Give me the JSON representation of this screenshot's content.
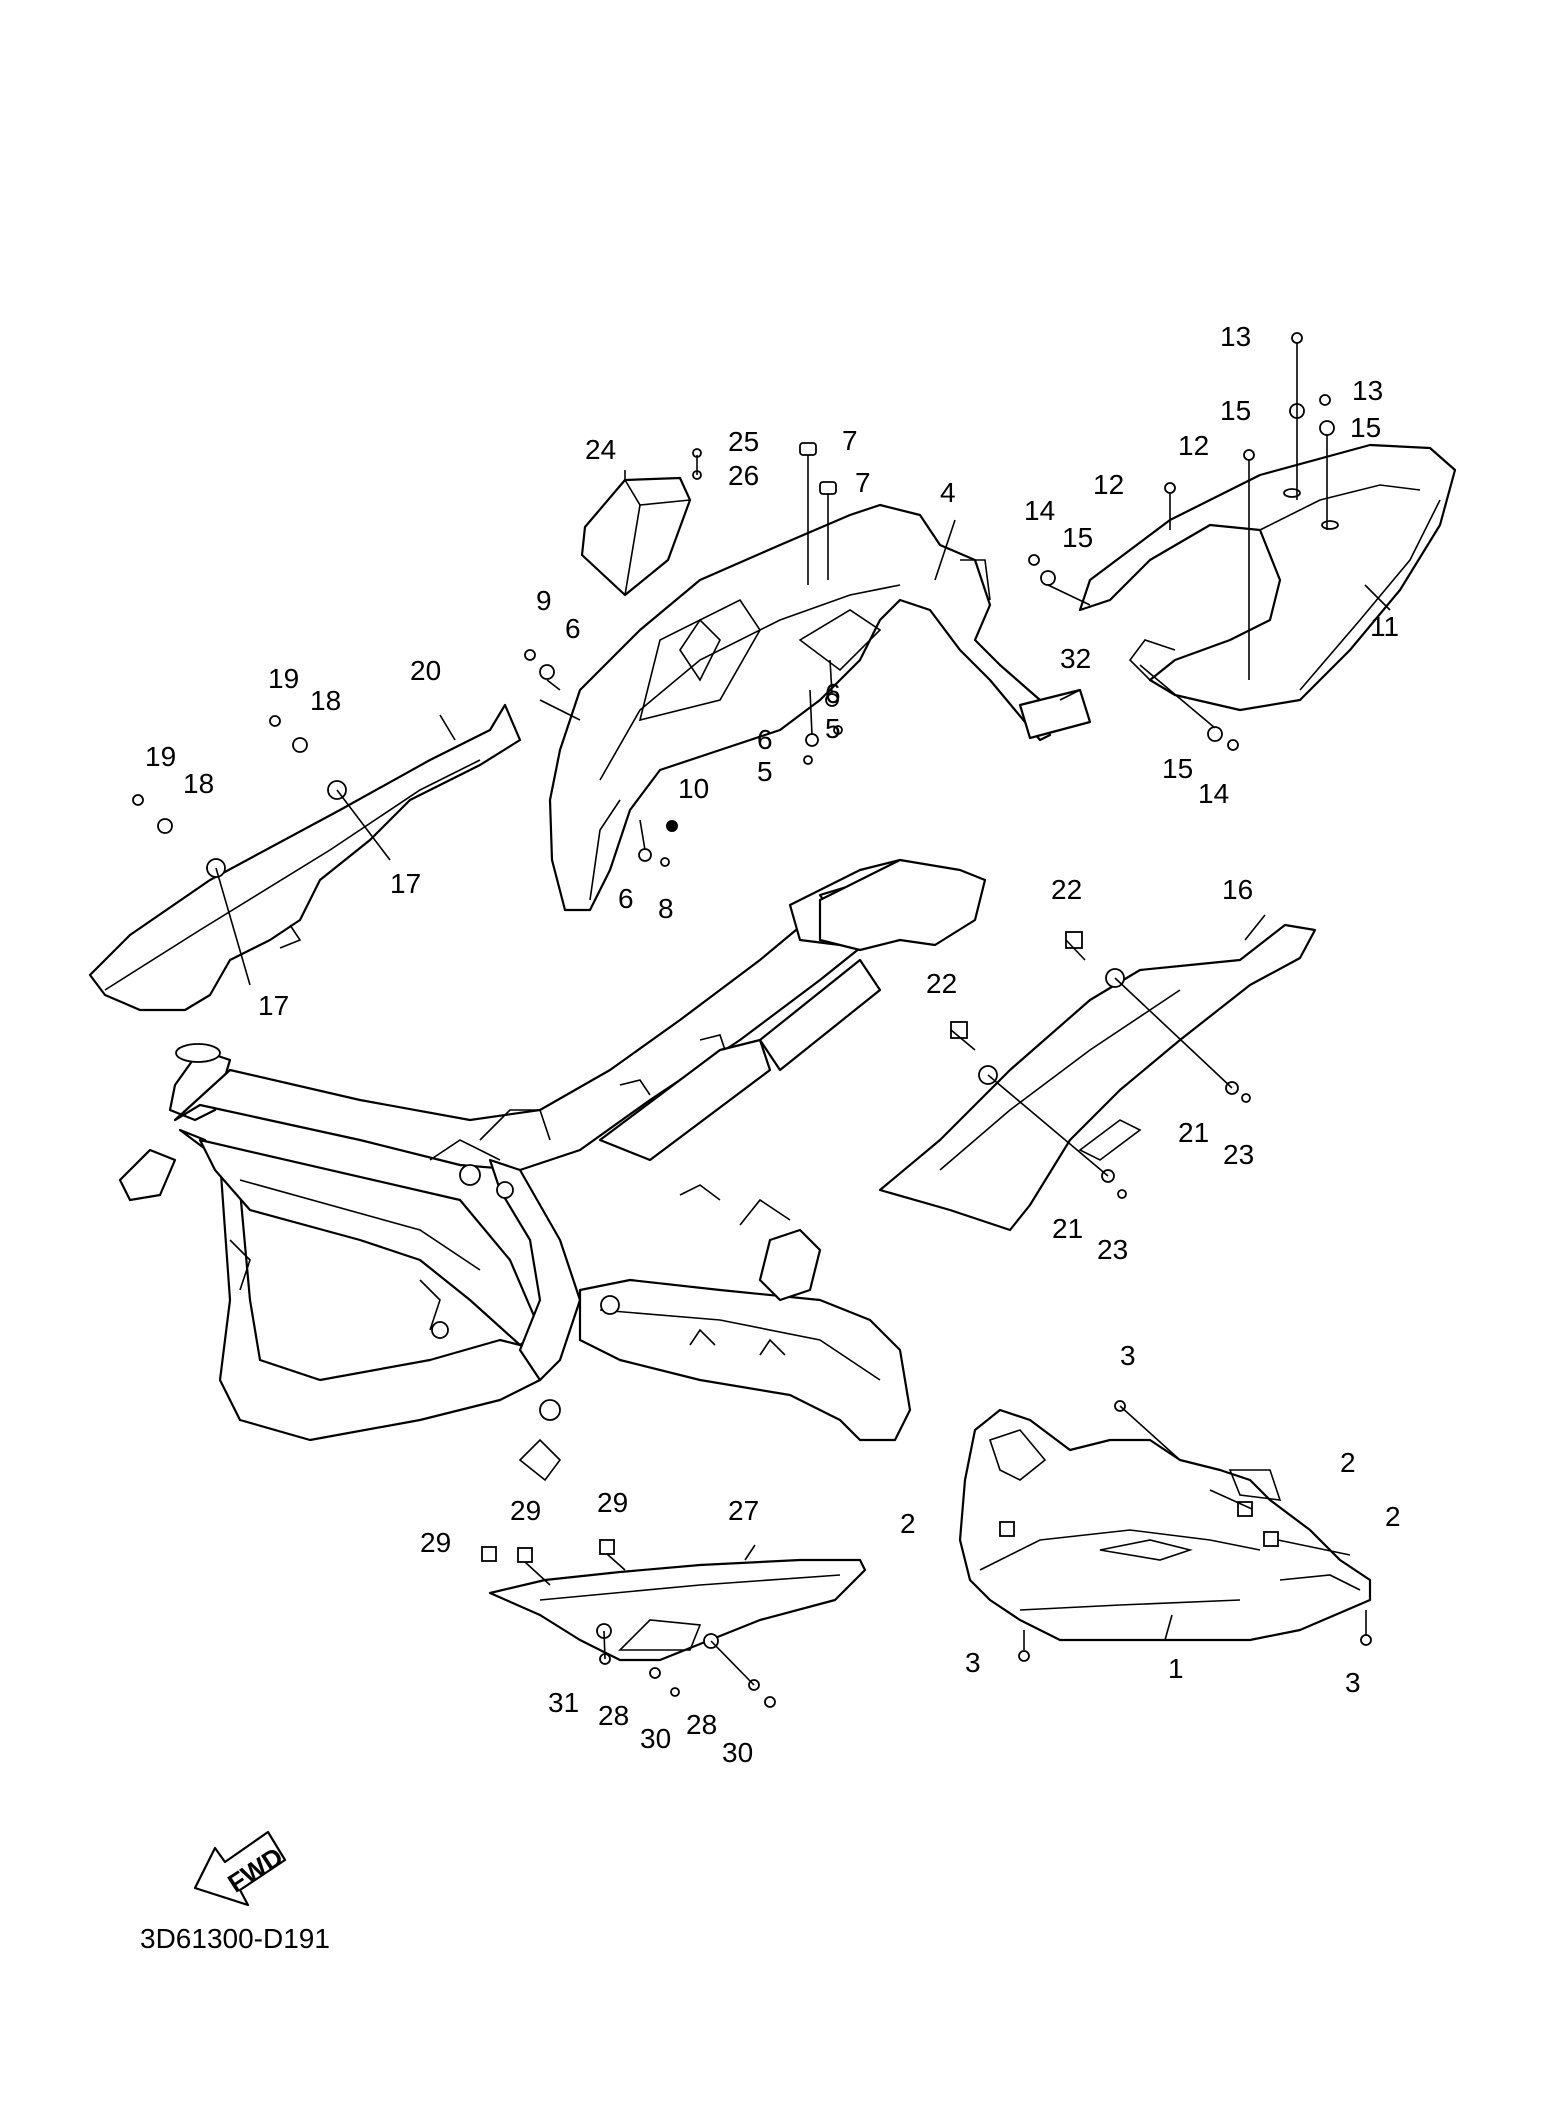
{
  "diagram_code": "3D61300-D191",
  "fwd_label": "FWD",
  "callouts": {
    "c1": "1",
    "c2a": "2",
    "c2b": "2",
    "c2c": "2",
    "c3a": "3",
    "c3b": "3",
    "c3c": "3",
    "c4": "4",
    "c5a": "5",
    "c5b": "5",
    "c6a": "6",
    "c6b": "6",
    "c6c": "6",
    "c6d": "6",
    "c7a": "7",
    "c7b": "7",
    "c8": "8",
    "c9": "9",
    "c10": "10",
    "c11": "11",
    "c12a": "12",
    "c12b": "12",
    "c13a": "13",
    "c13b": "13",
    "c14a": "14",
    "c14b": "14",
    "c15a": "15",
    "c15b": "15",
    "c15c": "15",
    "c15d": "15",
    "c16": "16",
    "c17a": "17",
    "c17b": "17",
    "c18a": "18",
    "c18b": "18",
    "c19a": "19",
    "c19b": "19",
    "c20": "20",
    "c21a": "21",
    "c21b": "21",
    "c22a": "22",
    "c22b": "22",
    "c23a": "23",
    "c23b": "23",
    "c24": "24",
    "c25": "25",
    "c26": "26",
    "c27": "27",
    "c28a": "28",
    "c28b": "28",
    "c29a": "29",
    "c29b": "29",
    "c29c": "29",
    "c30a": "30",
    "c30b": "30",
    "c31": "31",
    "c32": "32"
  }
}
